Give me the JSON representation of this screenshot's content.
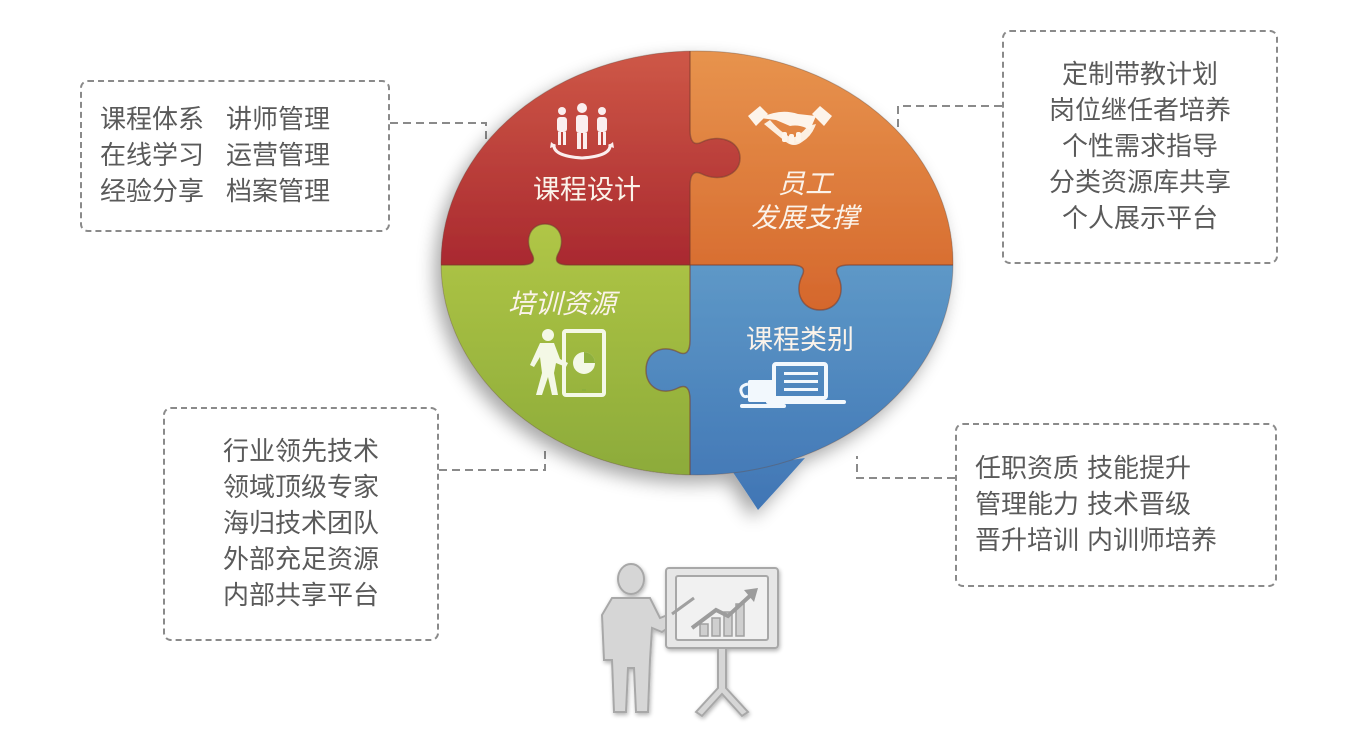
{
  "diagram": {
    "pieces": [
      {
        "id": "course-design",
        "label": "课程设计",
        "color": "#b5373a",
        "icon": "team-people-icon"
      },
      {
        "id": "employee-development",
        "label_line1": "员工",
        "label_line2": "发展支撑",
        "color": "#e07a3a",
        "icon": "handshake-icon"
      },
      {
        "id": "training-resources",
        "label": "培训资源",
        "color": "#9db93e",
        "icon": "presenter-tablet-chart-icon"
      },
      {
        "id": "course-categories",
        "label": "课程类别",
        "color": "#4a8ec4",
        "icon": "coffee-laptop-icon"
      }
    ],
    "boxes": {
      "top_left": {
        "rows": [
          [
            "课程体系",
            "讲师管理"
          ],
          [
            "在线学习",
            "运营管理"
          ],
          [
            "经验分享",
            "档案管理"
          ]
        ]
      },
      "top_right": {
        "rows": [
          "定制带教计划",
          "岗位继任者培养",
          "个性需求指导",
          "分类资源库共享",
          "个人展示平台"
        ]
      },
      "bottom_left": {
        "rows": [
          "行业领先技术",
          "领域顶级专家",
          "海归技术团队",
          "外部充足资源",
          "内部共享平台"
        ]
      },
      "bottom_right": {
        "rows": [
          [
            "任职资质",
            "技能提升"
          ],
          [
            "管理能力",
            "技术晋级"
          ],
          [
            "晋升培训",
            "内训师培养"
          ]
        ]
      }
    },
    "bottom_icon": "presenter-chart-board-icon",
    "colors": {
      "red": "#b5373a",
      "orange": "#e07a3a",
      "green": "#9db93e",
      "blue": "#4a8ec4",
      "box_border": "#8a8a8a",
      "box_text": "#5a5a5a",
      "icon_gray": "#bdbdbd"
    }
  }
}
